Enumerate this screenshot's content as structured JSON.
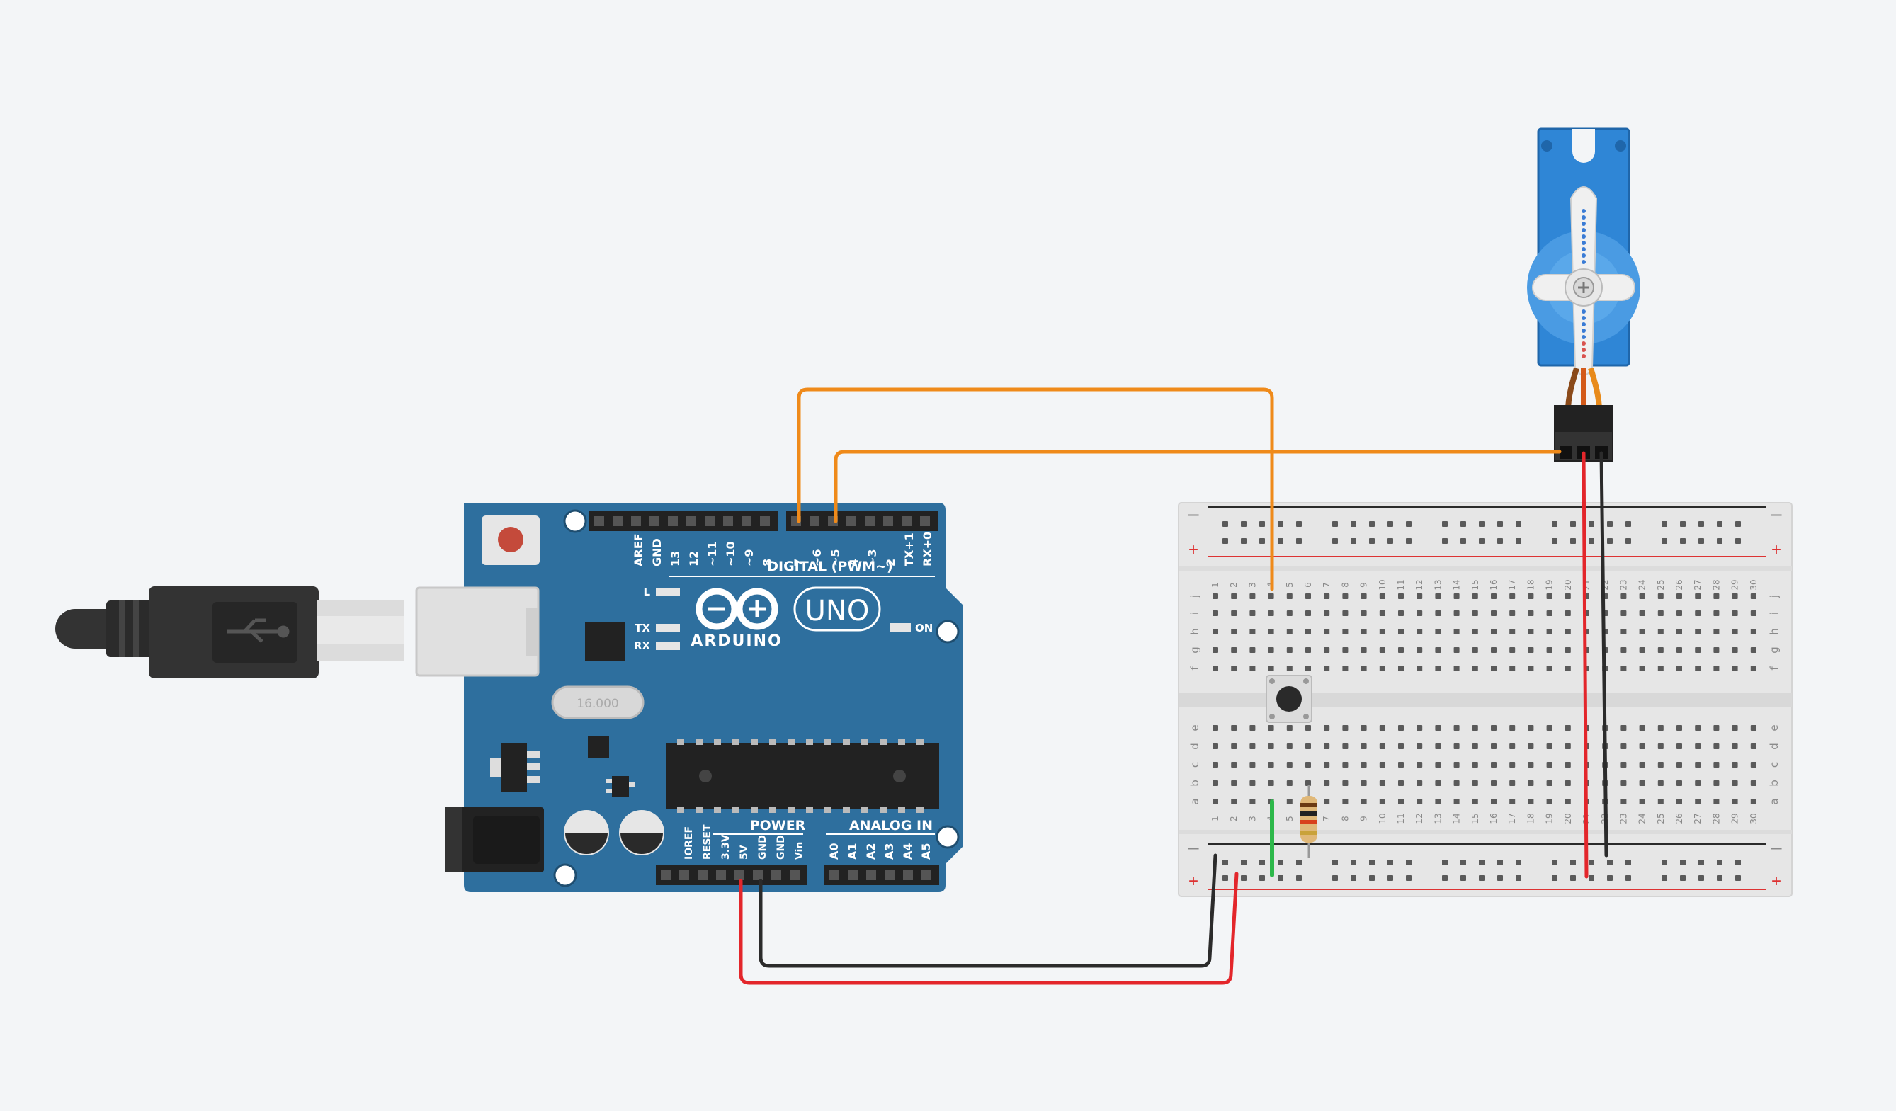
{
  "board": {
    "brand": "ARDUINO",
    "model": "UNO",
    "crystal": "16.000",
    "section_digital": "DIGITAL (PWM~)",
    "section_power": "POWER",
    "section_analog": "ANALOG IN",
    "led_labels": [
      "L",
      "TX",
      "RX"
    ],
    "on_label": "ON",
    "digital_pins": [
      "AREF",
      "GND",
      "13",
      "12",
      "~11",
      "~10",
      "~9",
      "8",
      "7",
      "~6",
      "~5",
      "4",
      "~3",
      "2",
      "TX+1",
      "RX+0"
    ],
    "power_pins": [
      "IOREF",
      "RESET",
      "3.3V",
      "5V",
      "GND",
      "GND",
      "Vin"
    ],
    "analog_pins": [
      "A0",
      "A1",
      "A2",
      "A3",
      "A4",
      "A5"
    ]
  },
  "breadboard": {
    "rail_minus": "−",
    "rail_plus": "+",
    "row_letters_top": [
      "j",
      "i",
      "h",
      "g",
      "f"
    ],
    "row_letters_bottom": [
      "e",
      "d",
      "c",
      "b",
      "a"
    ],
    "columns": 30
  },
  "wires": [
    {
      "name": "wire-pin7-to-button",
      "color": "#ef8a1a"
    },
    {
      "name": "wire-pin5-to-servo-signal",
      "color": "#ef8a1a"
    },
    {
      "name": "wire-5v-to-breadboard",
      "color": "#e3262b"
    },
    {
      "name": "wire-gnd-to-breadboard",
      "color": "#2b2b2b"
    },
    {
      "name": "wire-servo-power",
      "color": "#e3262b"
    },
    {
      "name": "wire-servo-ground",
      "color": "#2b2b2b"
    },
    {
      "name": "wire-button-jumper",
      "color": "#2db84a"
    }
  ],
  "colors": {
    "background": "#f3f5f7",
    "board": "#2e6f9e",
    "servo": "#2f86d6",
    "breadboard": "#e6e6e6"
  }
}
